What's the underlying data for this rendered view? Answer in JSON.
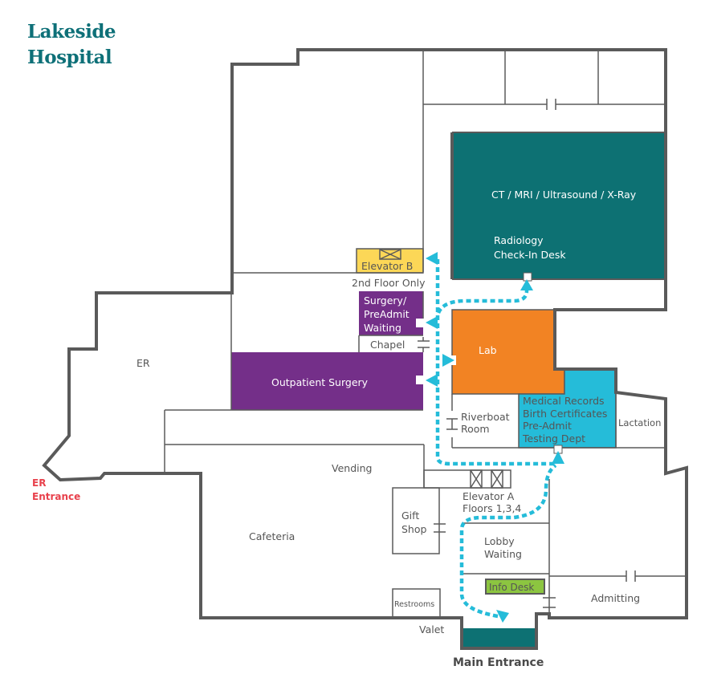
{
  "header": {
    "title_line1": "Lakeside",
    "title_line2": "Hospital"
  },
  "colors": {
    "brand_teal": "#0e7078",
    "radiology": "#0d7173",
    "lab": "#f28323",
    "medical_records": "#25bcd9",
    "surgery": "#742f89",
    "elevator_b": "#fcd757",
    "info_desk": "#8cc540",
    "route": "#25bcd9",
    "er_entrance": "#e8414c",
    "wall": "#5a5a5a"
  },
  "rooms": {
    "radiology": {
      "line1": "CT / MRI / Ultrasound / X-Ray",
      "line2": "Radiology",
      "line3": "Check-In Desk"
    },
    "elevator_b": {
      "label": "Elevator B",
      "note": "2nd Floor Only"
    },
    "surgery_waiting": {
      "line1": "Surgery/",
      "line2": "PreAdmit",
      "line3": "Waiting"
    },
    "chapel": {
      "label": "Chapel"
    },
    "lab": {
      "label": "Lab"
    },
    "outpatient_surgery": {
      "label": "Outpatient Surgery"
    },
    "er": {
      "label": "ER"
    },
    "medical_records": {
      "line1": "Medical Records",
      "line2": "Birth Certificates",
      "line3": "Pre-Admit",
      "line4": "Testing Dept"
    },
    "lactation": {
      "label": "Lactation"
    },
    "riverboat": {
      "line1": "Riverboat",
      "line2": "Room"
    },
    "vending": {
      "label": "Vending"
    },
    "elevator_a": {
      "line1": "Elevator A",
      "line2": "Floors 1,3,4"
    },
    "gift_shop": {
      "line1": "Gift",
      "line2": "Shop"
    },
    "cafeteria": {
      "label": "Cafeteria"
    },
    "lobby": {
      "line1": "Lobby",
      "line2": "Waiting"
    },
    "info_desk": {
      "label": "Info Desk"
    },
    "admitting": {
      "label": "Admitting"
    },
    "restrooms": {
      "label": "Restrooms"
    },
    "valet": {
      "label": "Valet"
    }
  },
  "entrances": {
    "er": {
      "line1": "ER",
      "line2": "Entrance"
    },
    "main": {
      "label": "Main Entrance"
    }
  }
}
